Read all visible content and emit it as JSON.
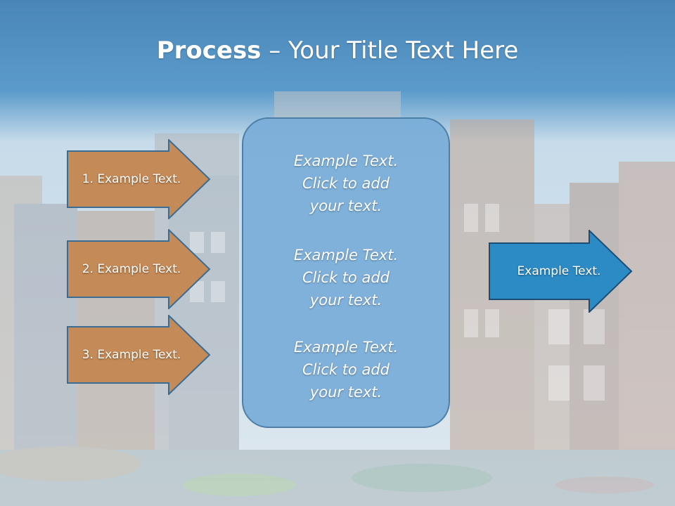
{
  "slide": {
    "title_bold": "Process",
    "title_rest": " – Your Title Text Here"
  },
  "steps": [
    {
      "label": "1. Example Text."
    },
    {
      "label": "2. Example Text."
    },
    {
      "label": "3. Example Text."
    }
  ],
  "center": {
    "blocks": [
      [
        "Example Text.",
        "Click  to add",
        "your text."
      ],
      [
        "Example Text.",
        "Click  to add",
        "your text."
      ],
      [
        "Example Text.",
        "Click  to add",
        "your text."
      ]
    ]
  },
  "output": {
    "label": "Example Text."
  },
  "colors": {
    "title_band": "#4d8fc1",
    "step_arrow_fill": "#c48a57",
    "step_arrow_stroke": "#3a6c94",
    "center_box": "#78add8",
    "output_arrow": "#2c8ac4"
  }
}
